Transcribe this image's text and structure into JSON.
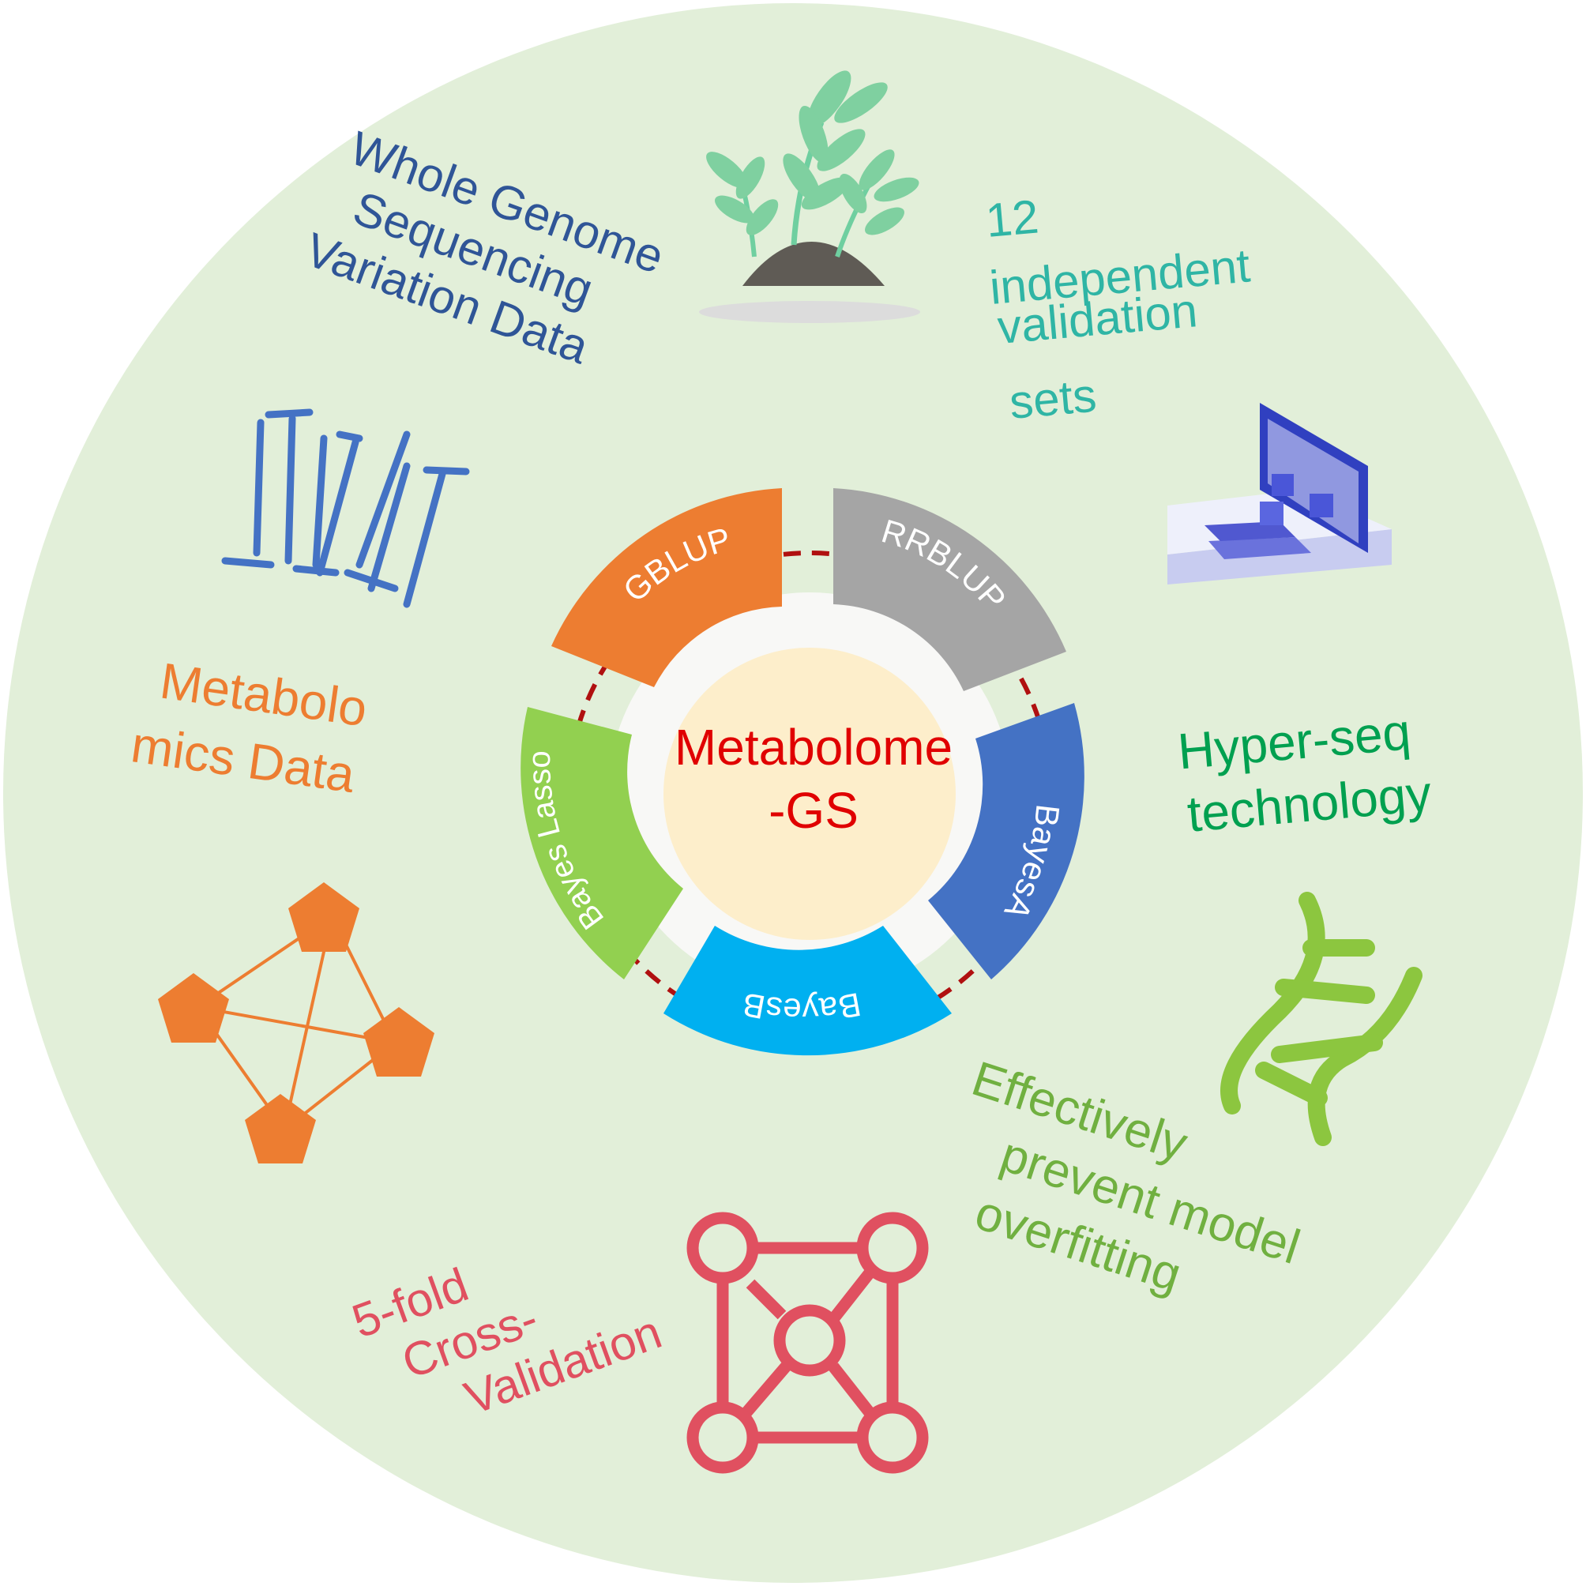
{
  "center": {
    "line1": "Metabolome",
    "line2": "-GS"
  },
  "methods": {
    "gblup": "GBLUP",
    "rrblup": "RRBLUP",
    "bayes_a": "BayesA",
    "bayes_b": "BayesB",
    "bayes_lasso": "Bayes Lasso"
  },
  "labels": {
    "wgs": [
      "Whole Genome",
      "Sequencing",
      "Variation Data"
    ],
    "validation_sets": [
      "12",
      "independent",
      "validation",
      "sets"
    ],
    "hyperseq": [
      "Hyper-seq",
      "technology"
    ],
    "overfitting": [
      "Effectively",
      "prevent model",
      "overfitting"
    ],
    "crossval": [
      "5-fold",
      "Cross-",
      "Validation"
    ],
    "metabolomics": [
      "Metabolo",
      "mics Data"
    ]
  },
  "colors": {
    "background_circle": "#e2efd9",
    "center_fill": "#fdeecb",
    "center_text": "#e00000",
    "gblup": "#ed7d31",
    "rrblup": "#a5a5a5",
    "bayes_a": "#4472c4",
    "bayes_b": "#00b0f0",
    "bayes_lasso": "#92d050",
    "wgs_text": "#2f5597",
    "validation_text": "#2fb5a5",
    "hyperseq_text": "#00a050",
    "overfitting_text": "#70b040",
    "crossval_text": "#e05060",
    "metabolomics_text": "#ed7d31"
  },
  "icons": [
    "plant-icon",
    "sequencing-reads-icon",
    "computer-icon",
    "dna-icon",
    "network-nodes-icon",
    "pentagon-network-icon"
  ]
}
